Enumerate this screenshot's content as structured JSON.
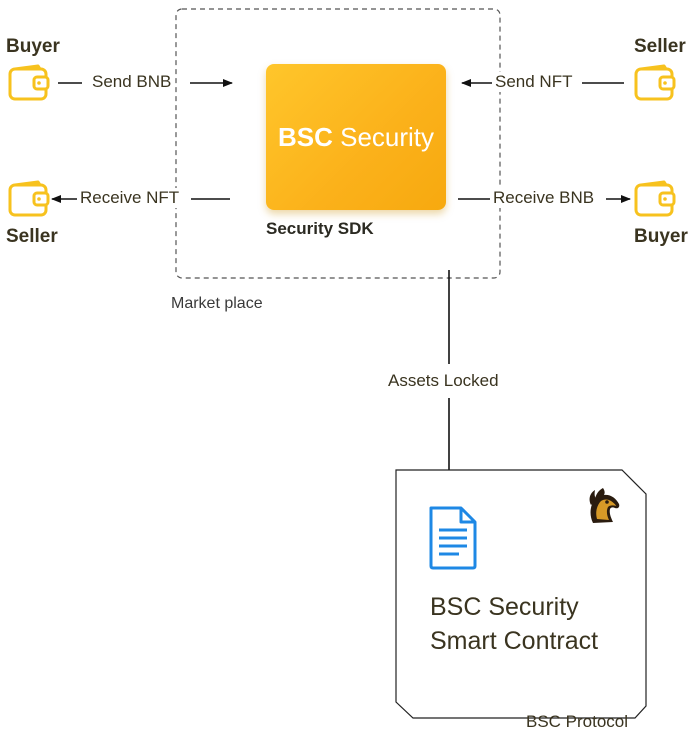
{
  "left": {
    "buyer_label": "Buyer",
    "send_label": "Send BNB",
    "receive_label": "Receive NFT",
    "seller_label": "Seller"
  },
  "right": {
    "seller_label": "Seller",
    "send_label": "Send NFT",
    "receive_label": "Receive BNB",
    "buyer_label": "Buyer"
  },
  "core": {
    "title_bold": "BSC",
    "title_rest": "Security",
    "sdk_label": "Security SDK"
  },
  "marketplace_label": "Market place",
  "assets_locked_label": "Assets Locked",
  "contract": {
    "line1": "BSC Security",
    "line2": "Smart Contract",
    "protocol_label": "BSC Protocol"
  },
  "icons": [
    "wallet-icon",
    "document-icon",
    "mustang-logo-icon"
  ],
  "colors": {
    "accent": "#fbb11a",
    "wallet": "#f7c21e",
    "document": "#1e88e5"
  }
}
